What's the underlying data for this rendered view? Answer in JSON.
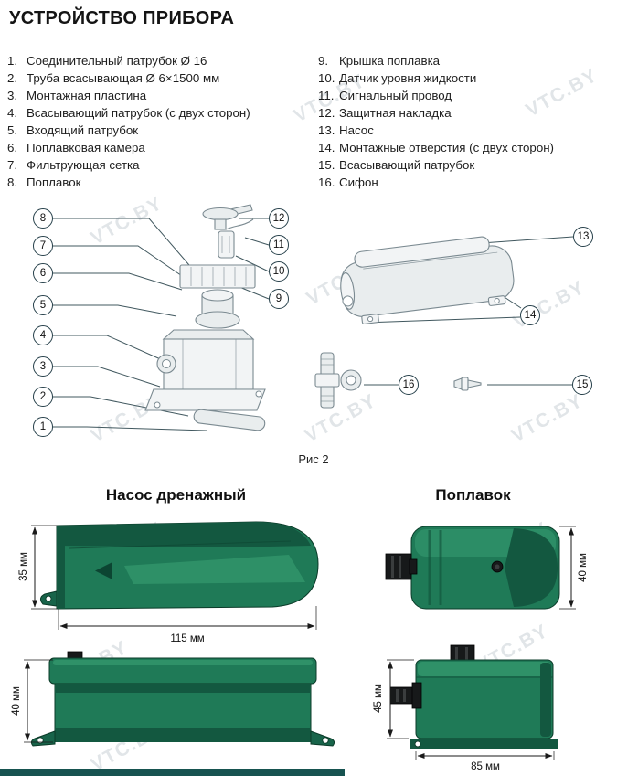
{
  "title": "УСТРОЙСТВО ПРИБОРА",
  "watermark": "VTC.BY",
  "parts_list": {
    "left": [
      {
        "num": "1.",
        "label": "Соединительный патрубок Ø 16"
      },
      {
        "num": "2.",
        "label": "Труба всасывающая Ø 6×1500 мм"
      },
      {
        "num": "3.",
        "label": "Монтажная пластина"
      },
      {
        "num": "4.",
        "label": "Всасывающий патрубок (с двух сторон)"
      },
      {
        "num": "5.",
        "label": "Входящий патрубок"
      },
      {
        "num": "6.",
        "label": "Поплавковая камера"
      },
      {
        "num": "7.",
        "label": "Фильтрующая сетка"
      },
      {
        "num": "8.",
        "label": "Поплавок"
      }
    ],
    "right": [
      {
        "num": "9.",
        "label": "Крышка поплавка"
      },
      {
        "num": "10.",
        "label": "Датчик уровня жидкости"
      },
      {
        "num": "11.",
        "label": "Сигнальный провод"
      },
      {
        "num": "12.",
        "label": "Защитная накладка"
      },
      {
        "num": "13.",
        "label": "Насос"
      },
      {
        "num": "14.",
        "label": "Монтажные отверстия (с двух сторон)"
      },
      {
        "num": "15.",
        "label": "Всасывающий патрубок"
      },
      {
        "num": "16.",
        "label": "Сифон"
      }
    ]
  },
  "figure": {
    "caption": "Рис 2",
    "callouts": [
      "1",
      "2",
      "3",
      "4",
      "5",
      "6",
      "7",
      "8",
      "9",
      "10",
      "11",
      "12",
      "13",
      "14",
      "15",
      "16"
    ]
  },
  "sections": {
    "pump_heading": "Насос дренажный",
    "float_heading": "Поплавок"
  },
  "dimensions": {
    "pump_side_height": "35 мм",
    "pump_side_length": "115 мм",
    "float_top_depth": "40 мм",
    "pump_front_height": "40 мм",
    "float_side_height": "45 мм",
    "float_side_length": "85 мм"
  },
  "colors": {
    "device_green": "#1f7a57",
    "device_green_dark": "#135840",
    "callout_border": "#26404a",
    "line_art": "#7b8a91",
    "watermark": "#c4cdd2",
    "footer_bar": "#175350"
  }
}
